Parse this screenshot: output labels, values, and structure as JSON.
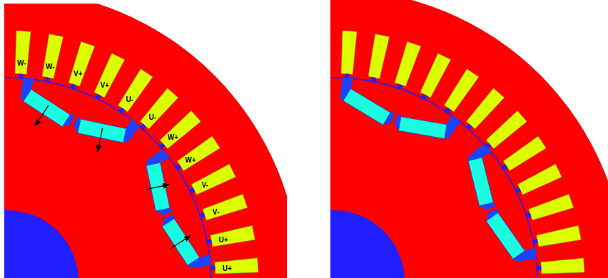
{
  "diagram": {
    "labels": [
      "W-",
      "W-",
      "V+",
      "V+",
      "U-",
      "U-",
      "W+",
      "W+",
      "V-",
      "V-",
      "U+",
      "U+"
    ]
  }
}
